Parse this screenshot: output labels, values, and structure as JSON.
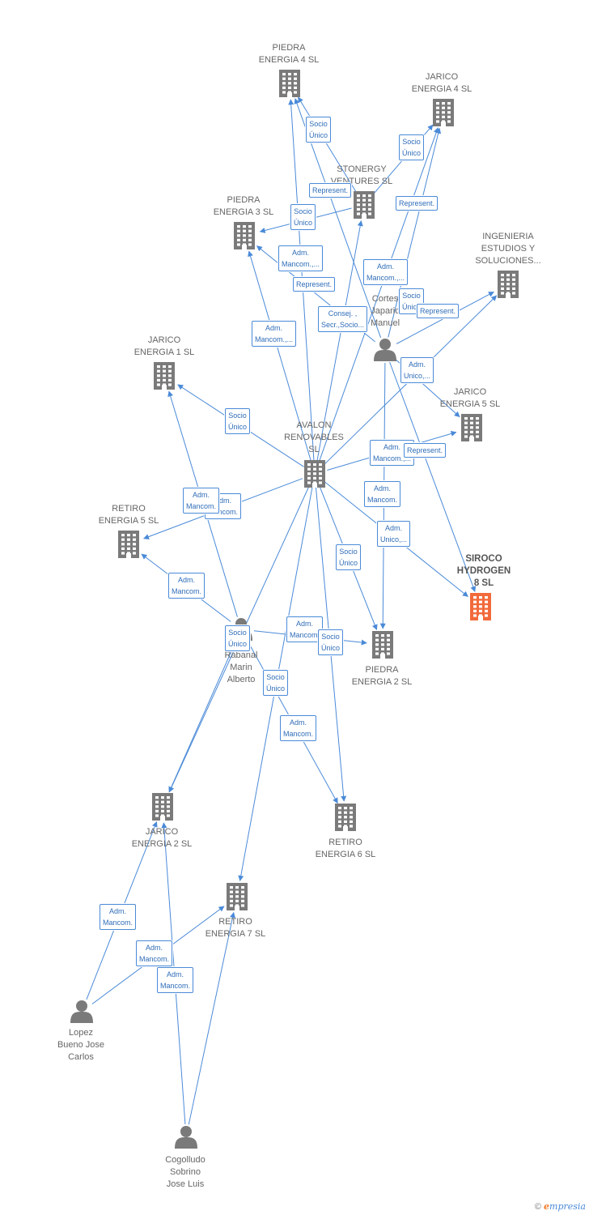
{
  "colors": {
    "edge": "#4a8ad8",
    "company": "#7a7a7a",
    "person": "#7a7a7a",
    "highlight": "#f26a3b"
  },
  "nodes": [
    {
      "id": "piedra4",
      "type": "company",
      "label": "PIEDRA\nENERGIA 4  SL"
    },
    {
      "id": "jarico4",
      "type": "company",
      "label": "JARICO\nENERGIA 4  SL"
    },
    {
      "id": "stonergy",
      "type": "company",
      "label": "STONERGY\nVENTURES  SL"
    },
    {
      "id": "piedra3",
      "type": "company",
      "label": "PIEDRA\nENERGIA 3  SL"
    },
    {
      "id": "ingenieria",
      "type": "company",
      "label": "INGENIERIA\nESTUDIOS Y\nSOLUCIONES..."
    },
    {
      "id": "cortes",
      "type": "person",
      "label": "Cortes\nJaparic\nManuel"
    },
    {
      "id": "jarico1",
      "type": "company",
      "label": "JARICO\nENERGIA 1  SL"
    },
    {
      "id": "jarico5",
      "type": "company",
      "label": "JARICO\nENERGIA 5  SL"
    },
    {
      "id": "avalon",
      "type": "company",
      "label": "AVALON\nRENOVABLES\nSL"
    },
    {
      "id": "retiro5",
      "type": "company",
      "label": "RETIRO\nENERGIA 5  SL"
    },
    {
      "id": "siroco",
      "type": "company",
      "label": "SIROCO\nHYDROGEN\n8  SL",
      "highlight": true
    },
    {
      "id": "rabanal",
      "type": "person",
      "label": "Rabanal\nMarin\nAlberto"
    },
    {
      "id": "piedra2",
      "type": "company",
      "label": "PIEDRA\nENERGIA 2  SL"
    },
    {
      "id": "jarico2",
      "type": "company",
      "label": "JARICO\nENERGIA 2  SL"
    },
    {
      "id": "retiro6",
      "type": "company",
      "label": "RETIRO\nENERGIA 6  SL"
    },
    {
      "id": "retiro7",
      "type": "company",
      "label": "RETIRO\nENERGIA 7  SL"
    },
    {
      "id": "lopez",
      "type": "person",
      "label": "Lopez\nBueno Jose\nCarlos"
    },
    {
      "id": "cogolludo",
      "type": "person",
      "label": "Cogolludo\nSobrino\nJose Luis"
    }
  ],
  "edges": [
    {
      "from": "avalon",
      "to": "piedra4"
    },
    {
      "from": "avalon",
      "to": "jarico4"
    },
    {
      "from": "avalon",
      "to": "stonergy"
    },
    {
      "from": "avalon",
      "to": "piedra3"
    },
    {
      "from": "avalon",
      "to": "ingenieria"
    },
    {
      "from": "avalon",
      "to": "jarico1"
    },
    {
      "from": "avalon",
      "to": "jarico5"
    },
    {
      "from": "avalon",
      "to": "retiro5"
    },
    {
      "from": "avalon",
      "to": "piedra2"
    },
    {
      "from": "avalon",
      "to": "jarico2"
    },
    {
      "from": "avalon",
      "to": "retiro6"
    },
    {
      "from": "avalon",
      "to": "retiro7"
    },
    {
      "from": "avalon",
      "to": "siroco"
    },
    {
      "from": "stonergy",
      "to": "piedra4"
    },
    {
      "from": "stonergy",
      "to": "jarico4"
    },
    {
      "from": "stonergy",
      "to": "piedra3"
    },
    {
      "from": "cortes",
      "to": "piedra4"
    },
    {
      "from": "cortes",
      "to": "jarico4"
    },
    {
      "from": "cortes",
      "to": "piedra3"
    },
    {
      "from": "cortes",
      "to": "ingenieria"
    },
    {
      "from": "cortes",
      "to": "jarico5"
    },
    {
      "from": "cortes",
      "to": "siroco"
    },
    {
      "from": "cortes",
      "to": "piedra2"
    },
    {
      "from": "rabanal",
      "to": "jarico1"
    },
    {
      "from": "rabanal",
      "to": "retiro5"
    },
    {
      "from": "rabanal",
      "to": "piedra2"
    },
    {
      "from": "rabanal",
      "to": "jarico2"
    },
    {
      "from": "rabanal",
      "to": "retiro6"
    },
    {
      "from": "lopez",
      "to": "jarico2"
    },
    {
      "from": "lopez",
      "to": "retiro7"
    },
    {
      "from": "cogolludo",
      "to": "jarico2"
    },
    {
      "from": "cogolludo",
      "to": "retiro7"
    }
  ],
  "relations": [
    {
      "text": "Socio\nÚnico"
    },
    {
      "text": "Socio\nÚnico"
    },
    {
      "text": "Represent."
    },
    {
      "text": "Represent."
    },
    {
      "text": "Socio\nÚnico"
    },
    {
      "text": "Adm.\nMancom.,..."
    },
    {
      "text": "Represent."
    },
    {
      "text": "Adm.\nMancom.,..."
    },
    {
      "text": "Socio\nÚnico"
    },
    {
      "text": "Represent."
    },
    {
      "text": "Consej. ,\nSecr.,Socio..."
    },
    {
      "text": "Adm.\nMancom.,..."
    },
    {
      "text": "Adm.\nUnico,..."
    },
    {
      "text": "Socio\nÚnico"
    },
    {
      "text": "Adm.\nMancom.,..."
    },
    {
      "text": "Represent."
    },
    {
      "text": "Adm.\nMancom."
    },
    {
      "text": "Adm.\nMancom."
    },
    {
      "text": "Adm.\nUnico,..."
    },
    {
      "text": "Adm.\nMancom."
    },
    {
      "text": "Socio\nÚnico"
    },
    {
      "text": "Socio\nÚnico"
    },
    {
      "text": "Adm.\nMancom."
    },
    {
      "text": "Socio\nÚnico"
    },
    {
      "text": "Socio\nÚnico"
    },
    {
      "text": "Adm.\nMancom."
    },
    {
      "text": "Adm.\nMancom."
    },
    {
      "text": "Adm.\nMancom."
    },
    {
      "text": "Adm.\nMancom."
    },
    {
      "text": "Adm.\nMancom."
    }
  ],
  "footer": {
    "copyright": "©",
    "brand_initial": "e",
    "brand_rest": "mpresia"
  }
}
